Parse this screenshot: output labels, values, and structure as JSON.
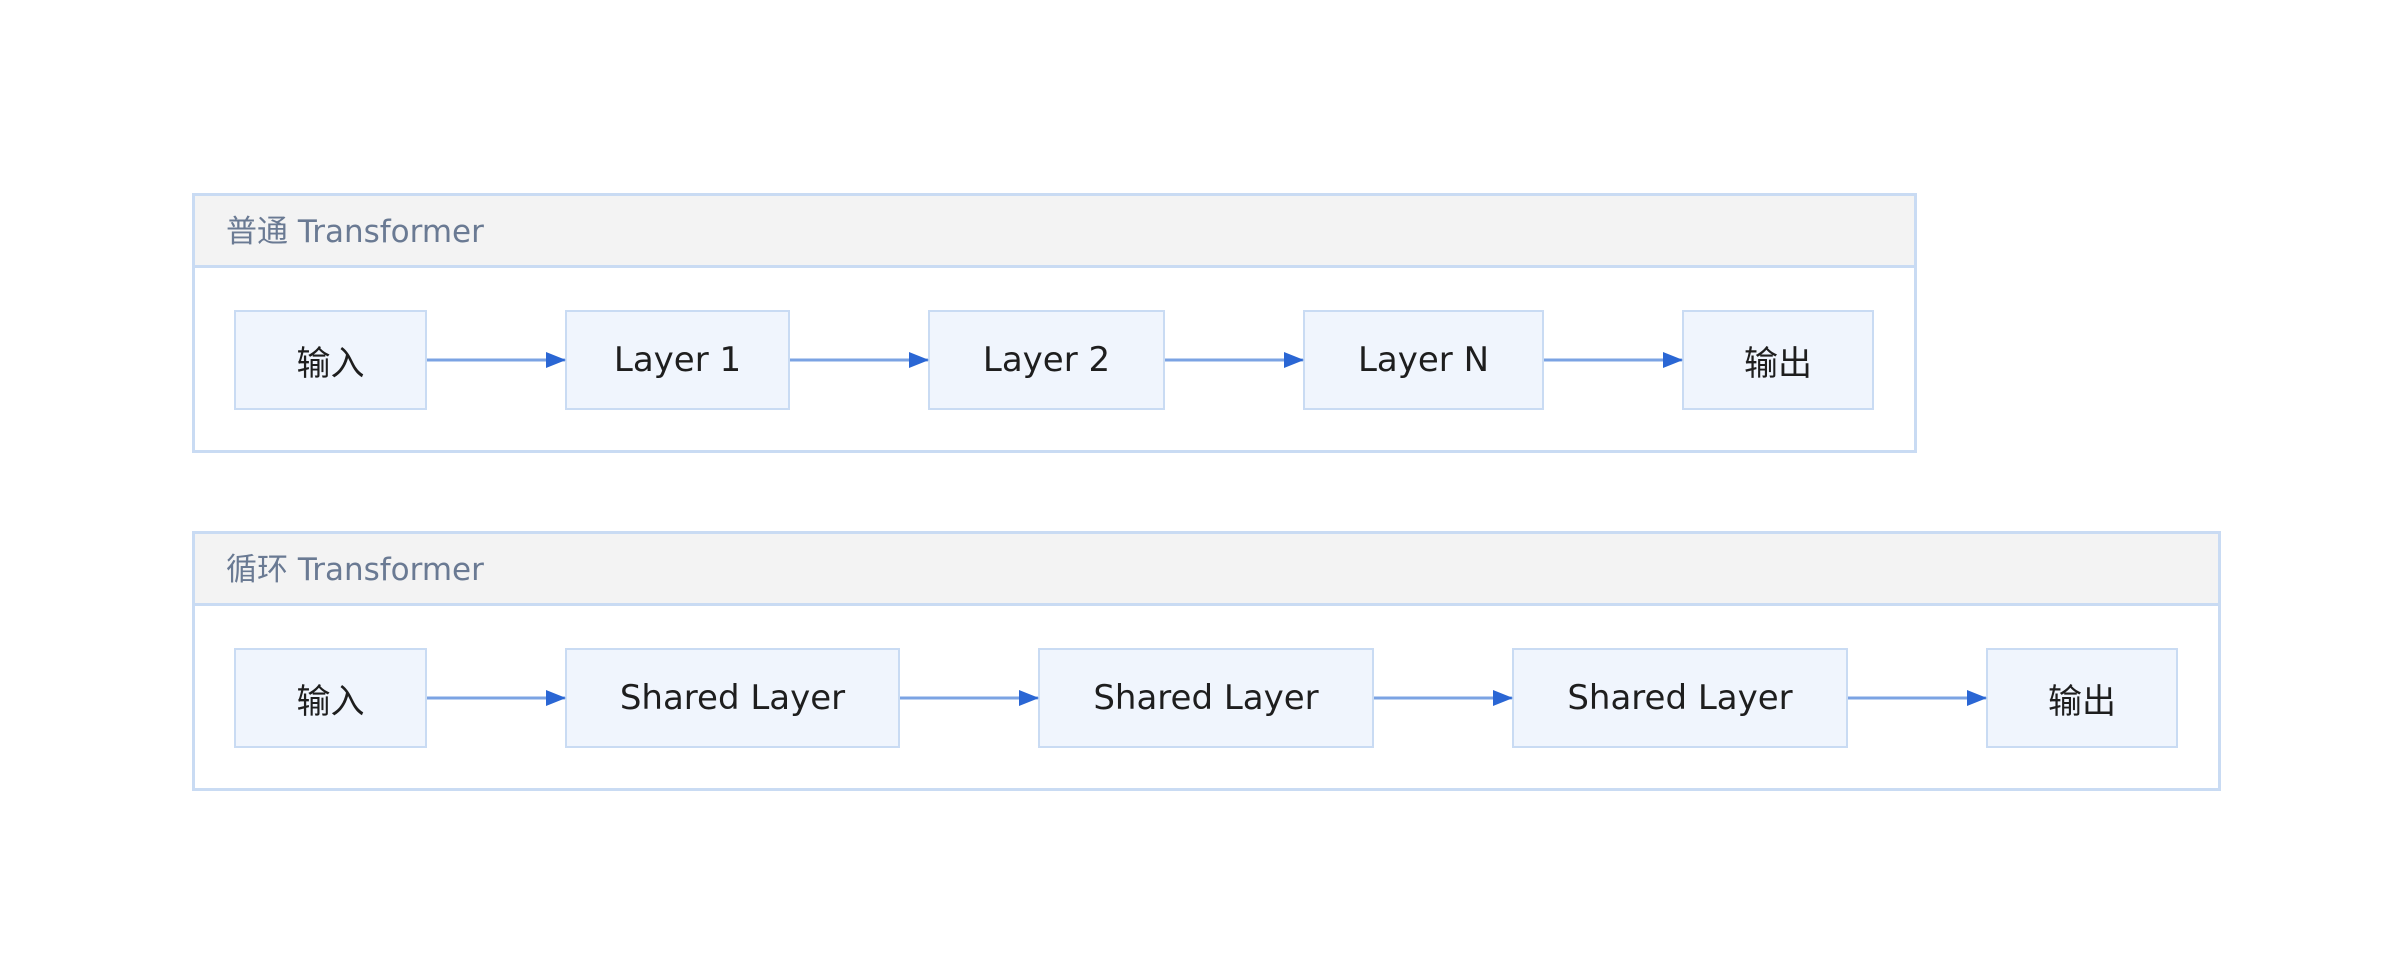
{
  "colors": {
    "group_border": "#c9dbf3",
    "group_header": "#f3f3f3",
    "node_fill": "#f0f5fd",
    "node_border": "#c9dbf3",
    "edge": "#7ba3e3",
    "arrowhead": "#2a66d4",
    "title_text": "#6a7a93",
    "node_text": "#1e1e1e"
  },
  "diagram": {
    "groups": [
      {
        "title": "普通 Transformer",
        "nodes": [
          {
            "label": "输入"
          },
          {
            "label": "Layer 1"
          },
          {
            "label": "Layer 2"
          },
          {
            "label": "Layer N"
          },
          {
            "label": "输出"
          }
        ]
      },
      {
        "title": "循环 Transformer",
        "nodes": [
          {
            "label": "输入"
          },
          {
            "label": "Shared Layer"
          },
          {
            "label": "Shared Layer"
          },
          {
            "label": "Shared Layer"
          },
          {
            "label": "输出"
          }
        ]
      }
    ]
  }
}
